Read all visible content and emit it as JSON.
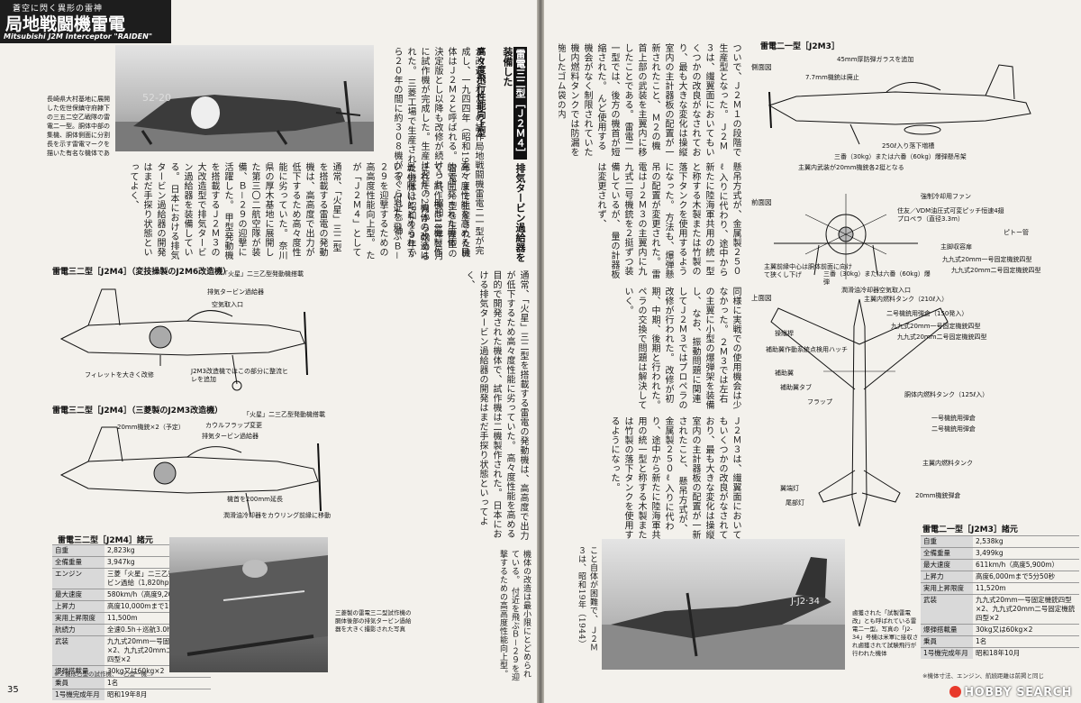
{
  "header": {
    "subtitle": "蒼空に閃く異形の雷神",
    "title": "局地戦闘機雷電",
    "english": "Mitsubishi J2M Interceptor \"RAIDEN\""
  },
  "left_page": {
    "page_number": "35",
    "photo_top_caption": "長崎県大村基地に展開した佐世保鎮守府隷下の三五二空乙戦隊の雷電二一型。胴体中部の集機、胴体側面に分割長を示す雷電マークを描いた有名な機体である",
    "text_columns": [
      "が改造されたもの試作局地戦闘機雷電二一型が完成し、一九四四年（昭和19年）まで生産された機体はＪ２Ｍ２と呼ばれる。",
      "雷電二一型を生産型の決定版とし以降も改修が続けられ、昭和18年10月に試作機が完成した。生産は翌年の2月から始められた。",
      "三菱工場で生産された機体は昭和１９年から２０年の間に約３０８機がつくられた。神",
      "通常、「火星」三二型を搭載する雷電の発動機は、高高度で出力が低下するため高々度性能に劣っていた。"
    ],
    "section_title": {
      "label": "雷電三二型［Ｊ２Ｍ４］",
      "line1": "排気タービン過給器を装備した",
      "line2": "高々度飛行性能向上型"
    },
    "text_columns_2": [
      "奈川県の厚木基地に展開した第三〇二航空隊が装備、Ｂ－２９の迎撃に活躍した。",
      "甲型発動機を搭載するＪ２Ｍ３の大改造型で排気タービン過給器を装備している。",
      "高々度性能を高める目的で開発された機体で、試作機は二機製作された。",
      "機体の改造は最小限にとどめられている。",
      "付近を飛ぶＢ－２９を迎撃するための高高度性能向上型。",
      "たが「Ｊ２Ｍ４」としてまとめられた。",
      "日本における排気タービン過給器の開発はまだ手探り状態といってよく、"
    ],
    "fig1": {
      "title": "雷電三二型［J2M4］（変技操製のJ2M6改造機）",
      "labels": [
        "「火星」二三乙型発動機搭載",
        "排気タービン過給器",
        "空気取入口",
        "フィレットを大きく改修",
        "J2M3改造機ではこの部分に整流ヒレを追加"
      ]
    },
    "fig2": {
      "title": "雷電三二型［J2M4］（三菱製のJ2M3改造機）",
      "labels": [
        "20mm機銃×2（予定）",
        "カウルフラップ変更",
        "「火星」二三乙型発動機搭載",
        "排気タービン過給器",
        "機首を200mm延長",
        "潤滑油冷却器をカウリング前縁に移動"
      ]
    },
    "spec": {
      "title": "雷電三二型［J2M4］諸元",
      "rows": [
        [
          "自重",
          "2,823kg"
        ],
        [
          "全備重量",
          "3,947kg"
        ],
        [
          "エンジン",
          "三菱「火星」二三乙型 排気タービン過給（1,820hp）×1"
        ],
        [
          "最大速度",
          "580km/h（高度9,200m）"
        ],
        [
          "上昇力",
          "高度10,000mまで19分30秒"
        ],
        [
          "実用上昇限度",
          "11,500m"
        ],
        [
          "航続力",
          "全速0.5h＋巡航3.0h"
        ],
        [
          "武装",
          "九九式20mm一号固定機銃四型×2、九九式20mm二号固定機銃四型×2"
        ],
        [
          "爆弾搭載量",
          "30kg又は60kg×2"
        ],
        [
          "乗員",
          "1名"
        ],
        [
          "1号機完成年月",
          "昭和19年8月"
        ]
      ],
      "note": "※２機は乙型の試作機、一乙型一機…"
    },
    "photo_bottom_caption": "三菱製の雷電三二型試作機の胴体後部の排気タービン過給器を大きく撮影された写真"
  },
  "right_page": {
    "text_columns": [
      "ついで、Ｊ２Ｍ１の段階で生産型となった。",
      "Ｊ２Ｍ３は、繊翼面においてもいくつかの改良がなされており、最も大きな変化は操縦室内の主計器板の配置が一新されたこと、",
      "Ｍ２の機首上部の武装を主翼内に移したことである。",
      "雷電二一型では、後方の機首が短縮された。",
      "んど使用する機会がなく制限されていた機内燃料タンクでは防漏を施したゴム袋の内",
      "懸吊方式が、金属製２５０ℓ入りに代わり、途中から新たに陸海軍共用の統一型と称する木製または竹製の落下タンクを使用するようになった。",
      "方法も、爆弾懸吊の配置が変更された。",
      "雷電はＪ２Ｍ３の主翼内に九九式二号機銃を２挺ずつ装備しているが、",
      "量の計器板は変更されず、",
      "同様に実戦での使用機会は少なかった。",
      "２Ｍ３では左右の主翼に小型の爆弾架を装備し、",
      "なお、振動問題に関連してＪ２Ｍ３ではプロペラの改修が行われた。",
      "改修が初期、中期、後期と行われた。",
      "ペラの交換で問題は解決していく。"
    ],
    "fig_top_title": "雷電二一型［J2M3］",
    "fig_top": {
      "side_view_label": "側面図",
      "front_view_label": "前面図",
      "top_view_label": "上面図",
      "labels": [
        "45mm厚防弾ガラスを追加",
        "7.7mm機銃は廃止",
        "250ℓ入り落下増槽",
        "三番（30kg）または六番（60kg）爆弾懸吊架",
        "主翼内武装が20mm機銃各2挺となる",
        "強制冷却用ファン",
        "住友／VDM油圧式可変ピッチ恒速4翅プロペラ（直径3.3m）",
        "ピトー管",
        "主脚収容扉",
        "主翼前縁中心は胴体前面に向けて狭くし下げ",
        "九九式20mm一号固定機銃四型",
        "九九式20mm二号固定機銃四型",
        "三番（30kg）または六番（60kg）爆弾",
        "潤滑油冷却器空気取入口",
        "主翼内燃料タンク（210ℓ入）",
        "操縦桿",
        "二号機銃用弾倉（150発入）",
        "九九式20mm一号固定機銃四型",
        "九九式20mm二号固定機銃四型",
        "補助翼作動系統点検用ハッチ",
        "補助翼",
        "補助翼タブ",
        "胴体内燃料タンク（125ℓ入）",
        "フラップ",
        "一号機銃用弾倉",
        "二号機銃用弾倉",
        "主翼内燃料タンク",
        "20mm機銃弾倉",
        "翼端灯",
        "尾部灯"
      ]
    },
    "spec": {
      "title": "雷電二一型［J2M3］諸元",
      "rows": [
        [
          "自重",
          "2,538kg"
        ],
        [
          "全備重量",
          "3,499kg"
        ],
        [
          "最大速度",
          "611km/h（高度5,900m）"
        ],
        [
          "上昇力",
          "高度6,000mまで5分50秒"
        ],
        [
          "実用上昇限度",
          "11,520m"
        ],
        [
          "武装",
          "九九式20mm一号固定機銃四型×2、九九式20mm二号固定機銃四型×2"
        ],
        [
          "爆弾搭載量",
          "30kg又は60kg×2"
        ],
        [
          "乗員",
          "1名"
        ],
        [
          "1号機完成年月",
          "昭和18年10月"
        ]
      ],
      "note": "※機体寸法、エンジン、航続距離は前掲と同じ"
    },
    "photo_bottom_caption": "鹵獲された「試製雷電改」とも呼ばれている雷電二一型。写真の「J2-34」号機は米軍に接収され鹵獲されて試験飛行が行われた機体",
    "bottom_text": [
      "こと自体が困難で、",
      "Ｊ２Ｍ３は、昭和19年（1944）"
    ]
  },
  "watermark": {
    "brand": "HOBBY SEARCH"
  }
}
